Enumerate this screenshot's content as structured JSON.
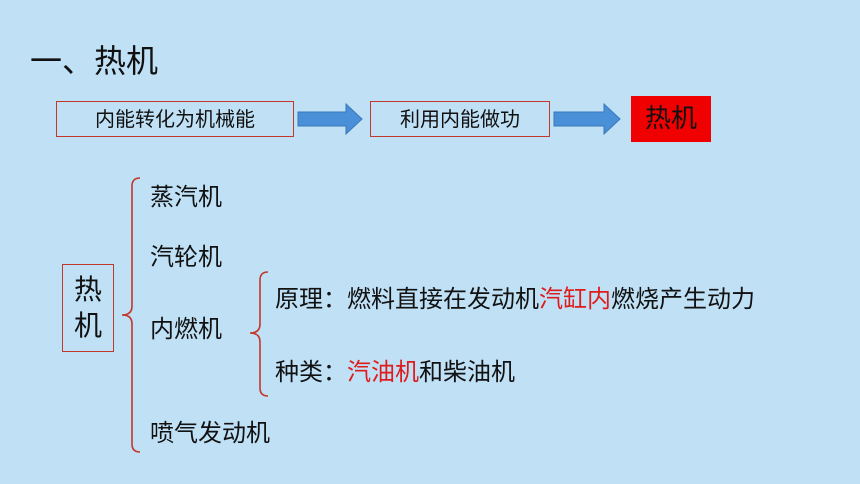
{
  "title": "一、热机",
  "flow": {
    "step1": "内能转化为机械能",
    "step2": "利用内能做功",
    "result": "热机",
    "colors": {
      "box_border": "#c0392b",
      "arrow": "#4a90d9",
      "result_bg": "#f00000",
      "highlight": "#e01b1b"
    }
  },
  "root": {
    "char1": "热",
    "char2": "机"
  },
  "types": {
    "steam": "蒸汽机",
    "turbine": "汽轮机",
    "internal": "内燃机",
    "jet": "喷气发动机"
  },
  "internal_detail": {
    "principle_prefix": "原理：燃料直接在发动机",
    "principle_highlight": "汽缸内",
    "principle_suffix": "燃烧产生动力",
    "kinds_prefix": "种类：",
    "kinds_highlight": "汽油机",
    "kinds_suffix": "和柴油机"
  }
}
